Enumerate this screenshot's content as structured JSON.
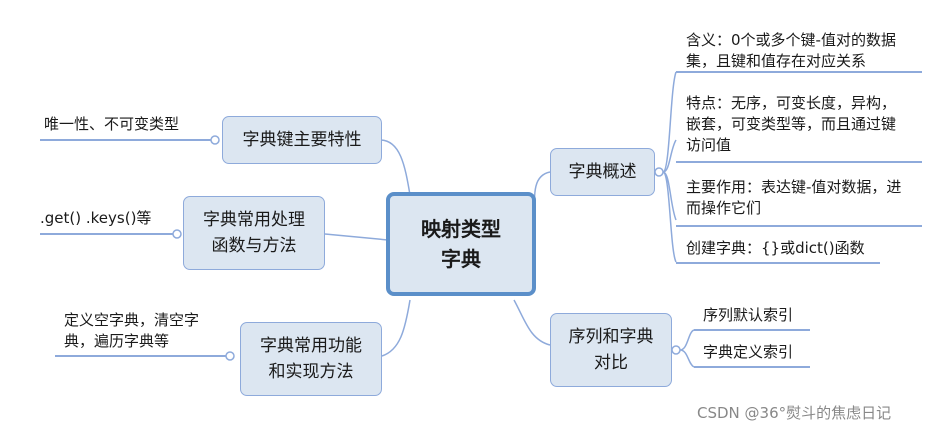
{
  "center": {
    "title": "映射类型\n字典"
  },
  "branches": {
    "overview": {
      "label": "字典概述",
      "items": [
        "含义：0个或多个键-值对的数据\n集，且键和值存在对应关系",
        "特点：无序，可变长度，异构，\n嵌套，可变类型等，而且通过键\n访问值",
        "主要作用：表达键-值对数据，进\n而操作它们",
        "创建字典：{}或dict()函数"
      ]
    },
    "compare": {
      "label": "序列和字典\n对比",
      "items": [
        "序列默认索引",
        "字典定义索引"
      ]
    },
    "key_features": {
      "label": "字典键主要特性",
      "items": [
        "唯一性、不可变类型"
      ]
    },
    "methods": {
      "label": "字典常用处理\n函数与方法",
      "items": [
        ".get() .keys()等"
      ]
    },
    "functions": {
      "label": "字典常用功能\n和实现方法",
      "items": [
        "定义空字典，清空字\n典，遍历字典等"
      ]
    }
  },
  "watermark": "CSDN @36°熨斗的焦虑日记",
  "colors": {
    "node_fill": "#dce6f1",
    "node_border": "#8eaadb",
    "center_border": "#5b8fc9",
    "line": "#8eaadb"
  }
}
